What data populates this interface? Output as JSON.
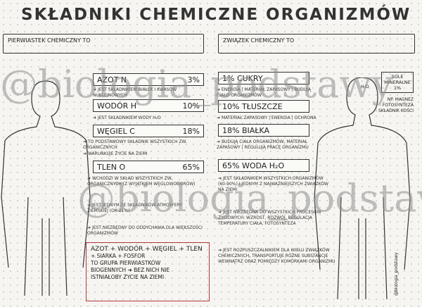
{
  "title": "SKŁADNIKI CHEMICZNE ORGANIZMÓW",
  "left": {
    "banner": "PIERWIASTEK CHEMICZNY TO",
    "elements": [
      {
        "name": "AZOT  N",
        "pct": "3%",
        "notes": [
          "JEST SKŁADNIKIEM BIAŁEK I KWASÓW NUKLEINOWYCH"
        ]
      },
      {
        "name": "WODÓR  H",
        "pct": "10%",
        "notes": [
          "JEST SKŁADNIKIEM WODY H₂O"
        ]
      },
      {
        "name": "WĘGIEL  C",
        "pct": "18%",
        "notes": [
          "TO PODSTAWOWY SKŁADNIK WSZYSTKICH ZW. ORGANICZNYCH",
          "WARUNKUJE ŻYCIE NA ZIEMI"
        ]
      },
      {
        "name": "TLEN  O",
        "pct": "65%",
        "notes": [
          "WCHODZI W SKŁAD WSZYSTKICH ZW. ORGANICZNYCH (Z WYJĄTKIEM WĘGLOWODORÓW)",
          "JEST JEDNYM ZE SKŁADNIKÓW ATMOSFERY ZIEMSKIEJ (OK 21%)",
          "JEST NIEZBĘDNY DO ODDYCHANIA DLA WIĘKSZOŚCI ORGANIZMÓW"
        ]
      }
    ],
    "summary": [
      "AZOT + WODÓR + WĘGIEL + TLEN",
      "+ SIARKA + FOSFOR",
      "TO GRUPA PIERWIASTKÓW",
      "BIOGENNYCH ➜ BEZ NICH NIE",
      "ISTNIAŁOBY ŻYCIE NA ZIEMI"
    ]
  },
  "right": {
    "banner": "ZWIĄZEK CHEMICZNY TO",
    "compounds": [
      {
        "name": "1% CUKRY",
        "notes": [
          "ENERGIA | MATERIAŁ ZAPASOWY | BUDUJĄ CIAŁO ORGANIZMÓW"
        ]
      },
      {
        "name": "10% TŁUSZCZE",
        "notes": [
          "MATERIAŁ ZAPASOWY | ENERGIA | OCHRONA"
        ]
      },
      {
        "name": "18% BIAŁKA",
        "notes": [
          "BUDUJĄ CIAŁA ORGANIZMÓW, MATERIAŁ ZAPASOWY | REGULUJĄ PRACĘ ORGANIZMU"
        ]
      },
      {
        "name": "65% WODA  H₂O",
        "notes": [
          "JEST SKŁADNIKIEM WSZYSTKICH ORGANIZMÓW (60-90%) I JEDNYM Z NAJWAŻNIEJSZYCH ZWIĄZKÓW NA ZIEMI",
          "JEST NIEZBĘDNA DO WSZYSTKICH PROCESÓW ŻYCIOWYCH: WZROST, ROZWÓJ, REGULACJA TEMPERATURY CIAŁA, FOTOSYNTEZA",
          "JEST ROZPUSZCZALNIKIEM DLA WIELU ZWIĄZKÓW CHEMICZNYCH, TRANSPORTUJE RÓŻNE SUBSTANCJE WEWNĄTRZ ORAZ POMIĘDZY KOMÓRKAMI ORGANIZMU"
        ]
      }
    ],
    "sole": {
      "label": "SOLE MINERALNE",
      "pct": "1%"
    },
    "sole_notes": [
      "NP. MAGNEZ",
      "- FOTOSYNTEZA",
      "- SKŁADNIK KOŚCI"
    ]
  },
  "brain_label": "H₂O",
  "signature": "@biologia_podstawy",
  "watermark": "@biologia_podstawy",
  "colors": {
    "summary_border": "#b4363c",
    "ink": "#222222"
  }
}
